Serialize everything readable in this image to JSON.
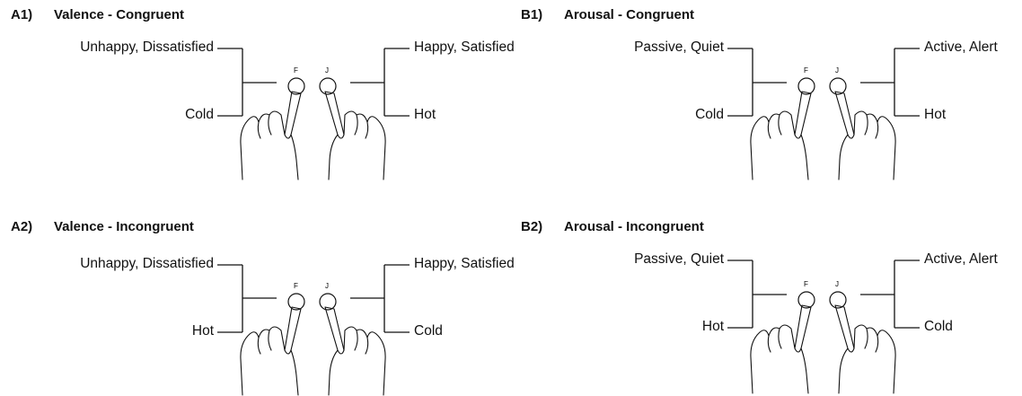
{
  "panels": {
    "a1": {
      "id": "A1)",
      "title": "Valence - Congruent",
      "left_top": "Unhappy, Dissatisfied",
      "left_bottom": "Cold",
      "right_top": "Happy, Satisfied",
      "right_bottom": "Hot",
      "key_left": "F",
      "key_right": "J"
    },
    "b1": {
      "id": "B1)",
      "title": "Arousal - Congruent",
      "left_top": "Passive, Quiet",
      "left_bottom": "Cold",
      "right_top": "Active, Alert",
      "right_bottom": "Hot",
      "key_left": "F",
      "key_right": "J"
    },
    "a2": {
      "id": "A2)",
      "title": "Valence - Incongruent",
      "left_top": "Unhappy, Dissatisfied",
      "left_bottom": "Hot",
      "right_top": "Happy, Satisfied",
      "right_bottom": "Cold",
      "key_left": "F",
      "key_right": "J"
    },
    "b2": {
      "id": "B2)",
      "title": "Arousal - Incongruent",
      "left_top": "Passive, Quiet",
      "left_bottom": "Hot",
      "right_top": "Active, Alert",
      "right_bottom": "Cold",
      "key_left": "F",
      "key_right": "J"
    }
  }
}
